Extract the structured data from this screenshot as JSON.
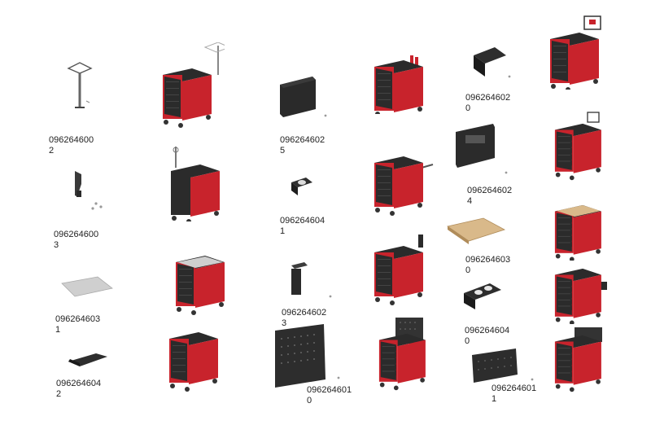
{
  "labels": [
    {
      "l1": "096264600",
      "l2": "2"
    },
    {
      "l1": "096264600",
      "l2": "3"
    },
    {
      "l1": "096264603",
      "l2": "1"
    },
    {
      "l1": "096264604",
      "l2": "2"
    },
    {
      "l1": "096264602",
      "l2": "5"
    },
    {
      "l1": "096264604",
      "l2": "1"
    },
    {
      "l1": "096264602",
      "l2": "3"
    },
    {
      "l1": "096264601",
      "l2": "0"
    },
    {
      "l1": "096264602",
      "l2": "0"
    },
    {
      "l1": "096264602",
      "l2": "4"
    },
    {
      "l1": "096264603",
      "l2": "0"
    },
    {
      "l1": "096264604",
      "l2": "0"
    },
    {
      "l1": "096264601",
      "l2": "1"
    }
  ],
  "colors": {
    "red": "#c8232c",
    "dark": "#2b2b2b",
    "black": "#1c1c1c",
    "wood": "#d9b98a",
    "grey": "#bdbdbd"
  }
}
